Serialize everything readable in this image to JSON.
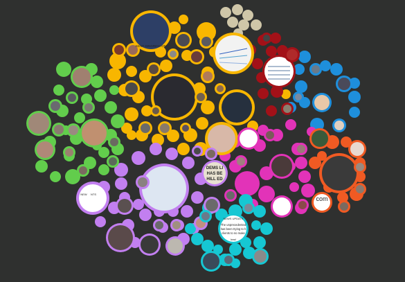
{
  "colors": {
    "background": "#2f302f",
    "yellow": "#f8b600",
    "red": "#a31118",
    "blue": "#1e8fdc",
    "green": "#62cd4c",
    "purple": "#c27ff0",
    "magenta": "#e233b8",
    "orange": "#f05a23",
    "cyan": "#16c7d3",
    "beige": "#cfc6a8"
  },
  "thumb_texts": {
    "sign_line1": "DEMS LI",
    "sign_line2": "HAS BE",
    "sign_line3": "HILL ED",
    "news_banner": "KENT GINGRICH ON",
    "notice_title": "NEWS UPDATE",
    "notice_line1": "The unprecedented",
    "notice_line2": "has been trying to h",
    "notice_line3": "clients to no make",
    "notice_tag": "lead",
    "logo_text": "com",
    "mini_line1": "NEW",
    "mini_line2": "NTS"
  }
}
